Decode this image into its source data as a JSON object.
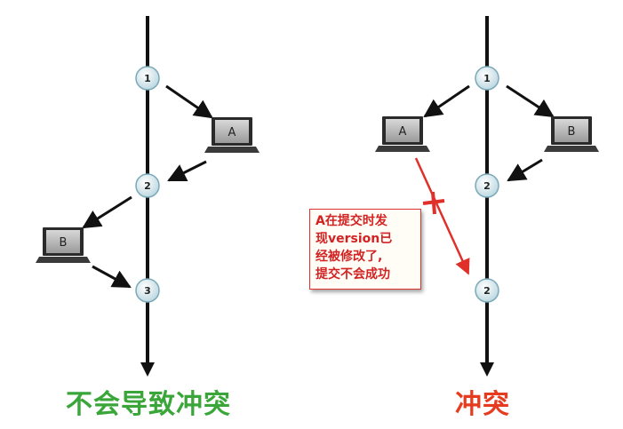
{
  "left": {
    "nodes": [
      "1",
      "2",
      "3"
    ],
    "laptops": [
      "A",
      "B"
    ],
    "caption": "不会导致冲突",
    "caption_color": "#3aa63a"
  },
  "right": {
    "nodes": [
      "1",
      "2",
      "2"
    ],
    "laptops": [
      "A",
      "B"
    ],
    "caption": "冲突",
    "caption_color": "#e63b1f",
    "callout_lines": [
      "A在提交时发",
      "现version已",
      "经被修改了,",
      "提交不会成功"
    ],
    "callout_color": "#d22222"
  }
}
